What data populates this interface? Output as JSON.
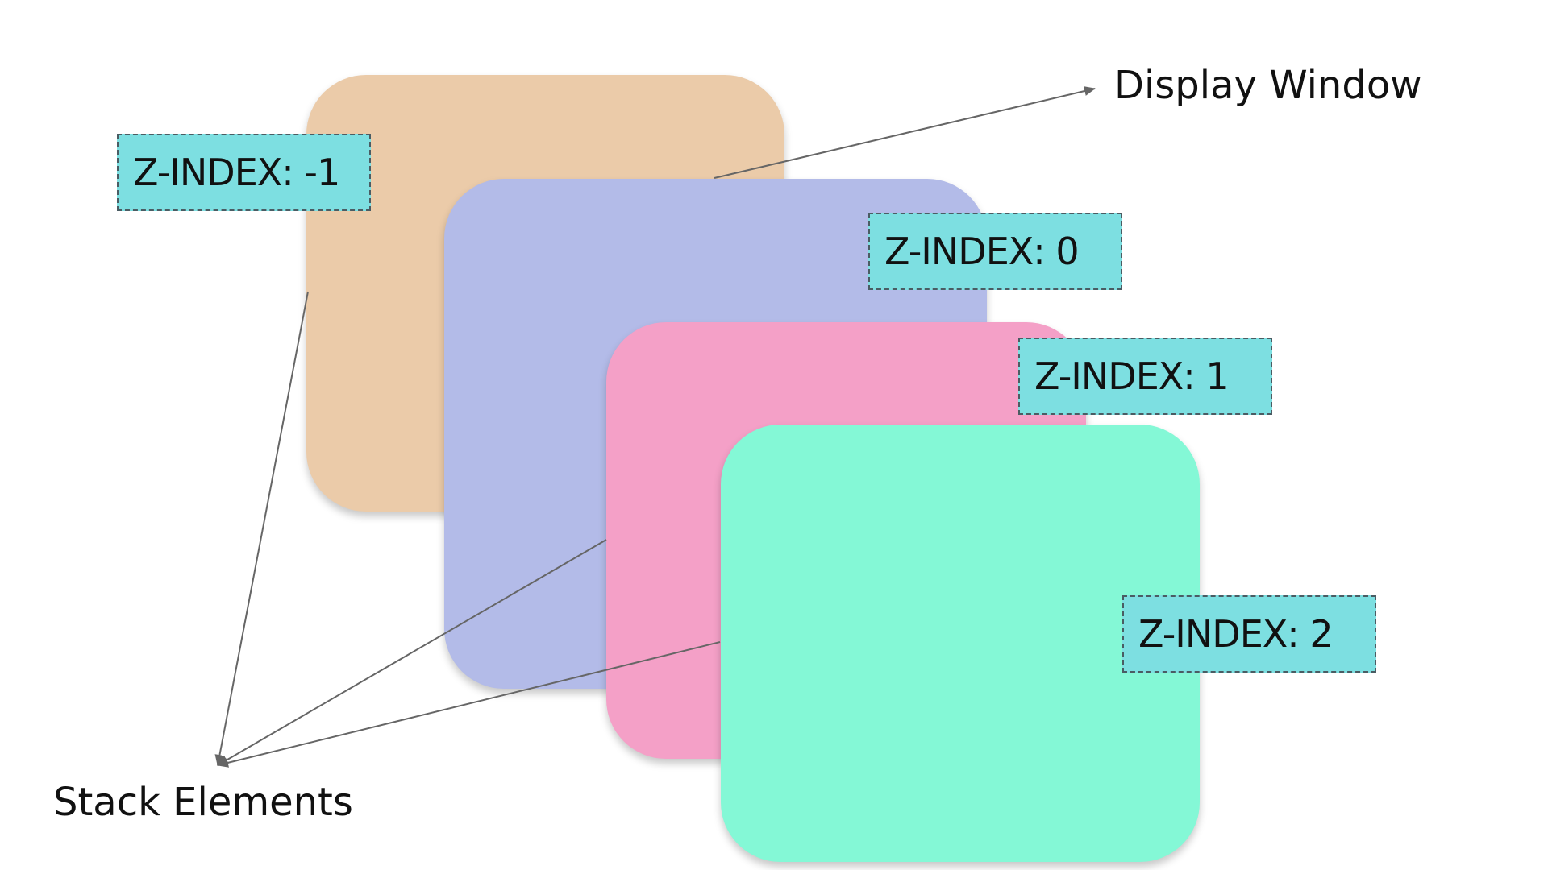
{
  "cards": [
    {
      "name": "stack-element-z-neg1",
      "color": "#ebcba9"
    },
    {
      "name": "stack-element-z-0",
      "color": "#b3bbe8"
    },
    {
      "name": "stack-element-z-1",
      "color": "#f4a0c7"
    },
    {
      "name": "stack-element-z-2",
      "color": "#84f8d6"
    }
  ],
  "labels": {
    "z_neg1": "Z-INDEX: -1",
    "z_0": "Z-INDEX: 0",
    "z_1": "Z-INDEX: 1",
    "z_2": "Z-INDEX: 2"
  },
  "label_color": "#7ddfe1",
  "captions": {
    "display_window": "Display Window",
    "stack_elements": "Stack Elements"
  },
  "arrow_color": "#666666"
}
